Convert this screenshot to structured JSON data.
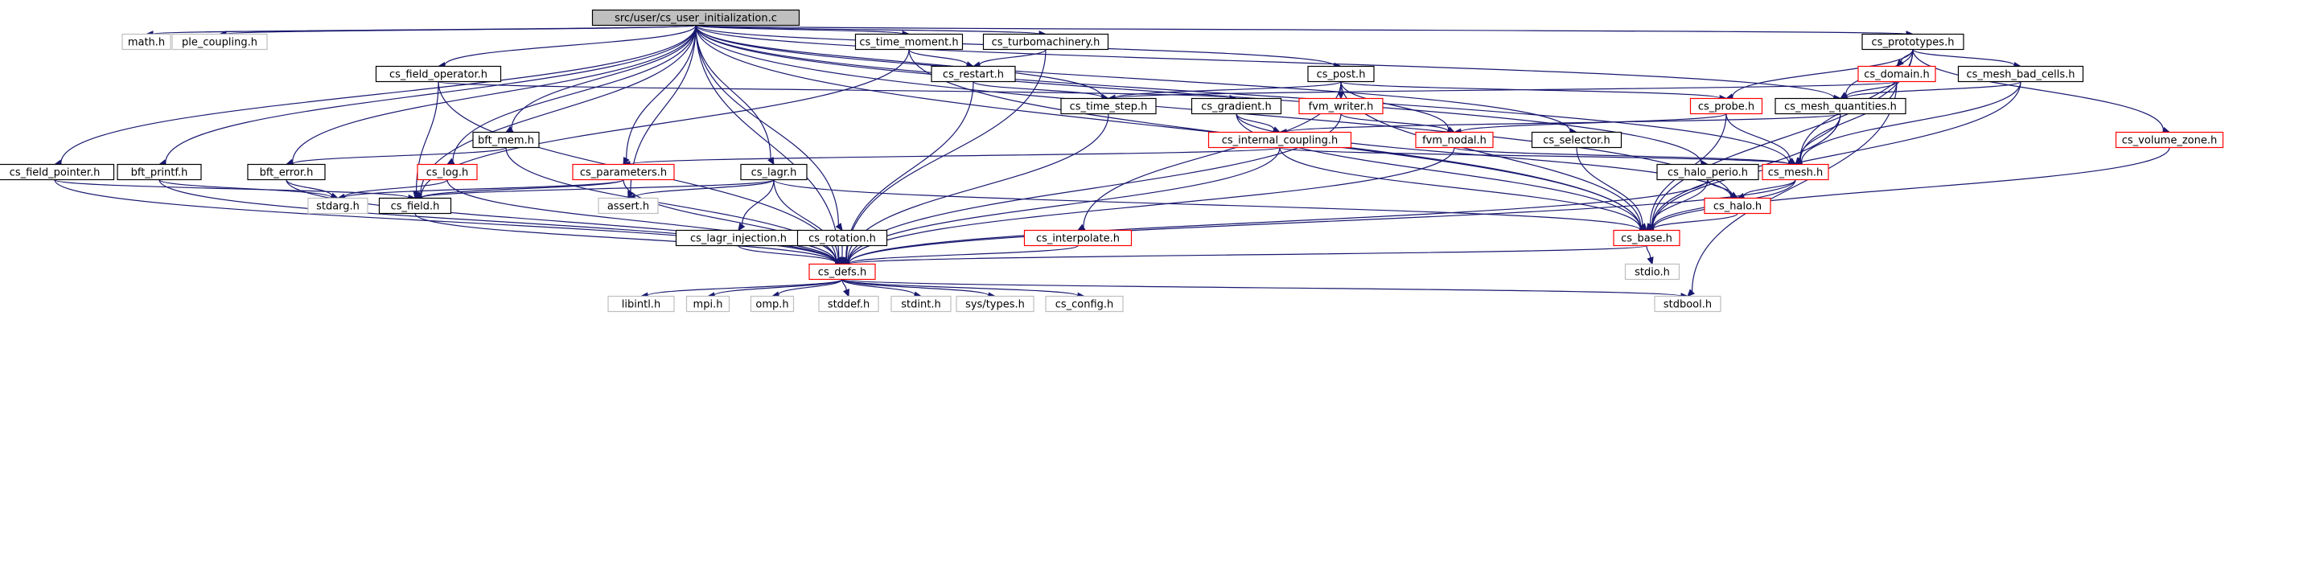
{
  "colors": {
    "edge": "#191970",
    "border_documented": "#000000",
    "border_undocumented_ref": "#ff0000",
    "border_external": "#bfbfbf",
    "root_fill": "#bfbfbf",
    "node_fill": "#ffffff"
  },
  "nodes": [
    {
      "id": "root",
      "label": "src/user/cs_user_initialization.c",
      "kind": "root"
    },
    {
      "id": "math_h",
      "label": "math.h",
      "kind": "external"
    },
    {
      "id": "ple_coupling_h",
      "label": "ple_coupling.h",
      "kind": "external"
    },
    {
      "id": "cs_time_moment_h",
      "label": "cs_time_moment.h",
      "kind": "doc"
    },
    {
      "id": "cs_turbomachinery_h",
      "label": "cs_turbomachinery.h",
      "kind": "doc"
    },
    {
      "id": "cs_prototypes_h",
      "label": "cs_prototypes.h",
      "kind": "doc"
    },
    {
      "id": "cs_field_operator_h",
      "label": "cs_field_operator.h",
      "kind": "doc"
    },
    {
      "id": "cs_restart_h",
      "label": "cs_restart.h",
      "kind": "doc"
    },
    {
      "id": "cs_post_h",
      "label": "cs_post.h",
      "kind": "doc"
    },
    {
      "id": "cs_domain_h",
      "label": "cs_domain.h",
      "kind": "red"
    },
    {
      "id": "cs_mesh_bad_cells_h",
      "label": "cs_mesh_bad_cells.h",
      "kind": "doc"
    },
    {
      "id": "cs_time_step_h",
      "label": "cs_time_step.h",
      "kind": "doc"
    },
    {
      "id": "cs_gradient_h",
      "label": "cs_gradient.h",
      "kind": "doc"
    },
    {
      "id": "fvm_writer_h",
      "label": "fvm_writer.h",
      "kind": "red"
    },
    {
      "id": "cs_probe_h",
      "label": "cs_probe.h",
      "kind": "red"
    },
    {
      "id": "cs_mesh_quantities_h",
      "label": "cs_mesh_quantities.h",
      "kind": "doc"
    },
    {
      "id": "bft_mem_h",
      "label": "bft_mem.h",
      "kind": "doc"
    },
    {
      "id": "cs_internal_coupling_h",
      "label": "cs_internal_coupling.h",
      "kind": "red"
    },
    {
      "id": "fvm_nodal_h",
      "label": "fvm_nodal.h",
      "kind": "red"
    },
    {
      "id": "cs_selector_h",
      "label": "cs_selector.h",
      "kind": "doc"
    },
    {
      "id": "cs_volume_zone_h",
      "label": "cs_volume_zone.h",
      "kind": "red"
    },
    {
      "id": "cs_field_pointer_h",
      "label": "cs_field_pointer.h",
      "kind": "doc"
    },
    {
      "id": "bft_printf_h",
      "label": "bft_printf.h",
      "kind": "doc"
    },
    {
      "id": "bft_error_h",
      "label": "bft_error.h",
      "kind": "doc"
    },
    {
      "id": "cs_log_h",
      "label": "cs_log.h",
      "kind": "red"
    },
    {
      "id": "cs_parameters_h",
      "label": "cs_parameters.h",
      "kind": "red"
    },
    {
      "id": "cs_lagr_h",
      "label": "cs_lagr.h",
      "kind": "doc"
    },
    {
      "id": "cs_halo_perio_h",
      "label": "cs_halo_perio.h",
      "kind": "doc"
    },
    {
      "id": "cs_mesh_h",
      "label": "cs_mesh.h",
      "kind": "red"
    },
    {
      "id": "stdarg_h",
      "label": "stdarg.h",
      "kind": "external"
    },
    {
      "id": "cs_field_h",
      "label": "cs_field.h",
      "kind": "doc"
    },
    {
      "id": "assert_h",
      "label": "assert.h",
      "kind": "external"
    },
    {
      "id": "cs_halo_h",
      "label": "cs_halo.h",
      "kind": "red"
    },
    {
      "id": "cs_lagr_injection_h",
      "label": "cs_lagr_injection.h",
      "kind": "doc"
    },
    {
      "id": "cs_rotation_h",
      "label": "cs_rotation.h",
      "kind": "doc"
    },
    {
      "id": "cs_interpolate_h",
      "label": "cs_interpolate.h",
      "kind": "red"
    },
    {
      "id": "cs_base_h",
      "label": "cs_base.h",
      "kind": "red"
    },
    {
      "id": "stdio_h",
      "label": "stdio.h",
      "kind": "external"
    },
    {
      "id": "cs_defs_h",
      "label": "cs_defs.h",
      "kind": "red"
    },
    {
      "id": "libintl_h",
      "label": "libintl.h",
      "kind": "external"
    },
    {
      "id": "mpi_h",
      "label": "mpi.h",
      "kind": "external"
    },
    {
      "id": "omp_h",
      "label": "omp.h",
      "kind": "external"
    },
    {
      "id": "stddef_h",
      "label": "stddef.h",
      "kind": "external"
    },
    {
      "id": "stdint_h",
      "label": "stdint.h",
      "kind": "external"
    },
    {
      "id": "sys_types_h",
      "label": "sys/types.h",
      "kind": "external"
    },
    {
      "id": "cs_config_h",
      "label": "cs_config.h",
      "kind": "external"
    },
    {
      "id": "stdbool_h",
      "label": "stdbool.h",
      "kind": "external"
    }
  ],
  "edges": [
    [
      "root",
      "math_h"
    ],
    [
      "root",
      "ple_coupling_h"
    ],
    [
      "root",
      "cs_time_moment_h"
    ],
    [
      "root",
      "cs_turbomachinery_h"
    ],
    [
      "root",
      "cs_prototypes_h"
    ],
    [
      "root",
      "cs_field_operator_h"
    ],
    [
      "root",
      "cs_post_h"
    ],
    [
      "root",
      "cs_time_step_h"
    ],
    [
      "root",
      "cs_mesh_quantities_h"
    ],
    [
      "root",
      "bft_mem_h"
    ],
    [
      "root",
      "cs_selector_h"
    ],
    [
      "root",
      "cs_field_pointer_h"
    ],
    [
      "root",
      "bft_printf_h"
    ],
    [
      "root",
      "bft_error_h"
    ],
    [
      "root",
      "cs_log_h"
    ],
    [
      "root",
      "cs_parameters_h"
    ],
    [
      "root",
      "cs_lagr_h"
    ],
    [
      "root",
      "cs_halo_perio_h"
    ],
    [
      "root",
      "cs_mesh_h"
    ],
    [
      "root",
      "cs_field_h"
    ],
    [
      "root",
      "assert_h"
    ],
    [
      "root",
      "cs_halo_h"
    ],
    [
      "root",
      "cs_rotation_h"
    ],
    [
      "root",
      "cs_base_h"
    ],
    [
      "root",
      "cs_defs_h"
    ],
    [
      "cs_time_moment_h",
      "cs_restart_h"
    ],
    [
      "cs_time_moment_h",
      "cs_field_h"
    ],
    [
      "cs_time_moment_h",
      "cs_base_h"
    ],
    [
      "cs_turbomachinery_h",
      "cs_restart_h"
    ],
    [
      "cs_turbomachinery_h",
      "cs_defs_h"
    ],
    [
      "cs_restart_h",
      "cs_time_step_h"
    ],
    [
      "cs_restart_h",
      "cs_defs_h"
    ],
    [
      "cs_field_operator_h",
      "cs_gradient_h"
    ],
    [
      "cs_field_operator_h",
      "cs_field_h"
    ],
    [
      "cs_field_operator_h",
      "cs_defs_h"
    ],
    [
      "cs_post_h",
      "cs_time_step_h"
    ],
    [
      "cs_post_h",
      "fvm_writer_h"
    ],
    [
      "cs_post_h",
      "fvm_nodal_h"
    ],
    [
      "cs_post_h",
      "cs_probe_h"
    ],
    [
      "cs_post_h",
      "cs_interpolate_h"
    ],
    [
      "cs_post_h",
      "cs_base_h"
    ],
    [
      "cs_prototypes_h",
      "cs_domain_h"
    ],
    [
      "cs_prototypes_h",
      "cs_mesh_bad_cells_h"
    ],
    [
      "cs_prototypes_h",
      "cs_probe_h"
    ],
    [
      "cs_prototypes_h",
      "cs_mesh_quantities_h"
    ],
    [
      "cs_prototypes_h",
      "cs_mesh_h"
    ],
    [
      "cs_prototypes_h",
      "cs_volume_zone_h"
    ],
    [
      "cs_prototypes_h",
      "cs_base_h"
    ],
    [
      "cs_domain_h",
      "cs_time_step_h"
    ],
    [
      "cs_domain_h",
      "cs_mesh_quantities_h"
    ],
    [
      "cs_domain_h",
      "cs_mesh_h"
    ],
    [
      "cs_domain_h",
      "stdbool_h"
    ],
    [
      "cs_mesh_bad_cells_h",
      "cs_mesh_quantities_h"
    ],
    [
      "cs_mesh_bad_cells_h",
      "cs_mesh_h"
    ],
    [
      "cs_mesh_bad_cells_h",
      "cs_base_h"
    ],
    [
      "cs_time_step_h",
      "cs_defs_h"
    ],
    [
      "cs_gradient_h",
      "cs_internal_coupling_h"
    ],
    [
      "cs_gradient_h",
      "cs_base_h"
    ],
    [
      "cs_gradient_h",
      "cs_halo_h"
    ],
    [
      "fvm_writer_h",
      "fvm_nodal_h"
    ],
    [
      "fvm_writer_h",
      "cs_defs_h"
    ],
    [
      "cs_probe_h",
      "fvm_nodal_h"
    ],
    [
      "cs_probe_h",
      "cs_mesh_h"
    ],
    [
      "cs_probe_h",
      "cs_base_h"
    ],
    [
      "cs_mesh_quantities_h",
      "cs_internal_coupling_h"
    ],
    [
      "cs_mesh_quantities_h",
      "cs_mesh_h"
    ],
    [
      "cs_mesh_quantities_h",
      "cs_base_h"
    ],
    [
      "bft_mem_h",
      "bft_error_h"
    ],
    [
      "bft_mem_h",
      "cs_defs_h"
    ],
    [
      "cs_internal_coupling_h",
      "cs_parameters_h"
    ],
    [
      "cs_internal_coupling_h",
      "cs_mesh_h"
    ],
    [
      "cs_internal_coupling_h",
      "cs_base_h"
    ],
    [
      "cs_internal_coupling_h",
      "cs_defs_h"
    ],
    [
      "fvm_nodal_h",
      "cs_mesh_h"
    ],
    [
      "fvm_nodal_h",
      "cs_defs_h"
    ],
    [
      "cs_selector_h",
      "cs_base_h"
    ],
    [
      "cs_volume_zone_h",
      "cs_base_h"
    ],
    [
      "cs_field_pointer_h",
      "cs_field_h"
    ],
    [
      "cs_field_pointer_h",
      "cs_defs_h"
    ],
    [
      "bft_printf_h",
      "stdarg_h"
    ],
    [
      "bft_printf_h",
      "cs_defs_h"
    ],
    [
      "bft_error_h",
      "stdarg_h"
    ],
    [
      "bft_error_h",
      "cs_defs_h"
    ],
    [
      "cs_log_h",
      "stdarg_h"
    ],
    [
      "cs_log_h",
      "cs_defs_h"
    ],
    [
      "cs_parameters_h",
      "cs_field_h"
    ],
    [
      "cs_parameters_h",
      "stdarg_h"
    ],
    [
      "cs_parameters_h",
      "cs_defs_h"
    ],
    [
      "cs_lagr_h",
      "assert_h"
    ],
    [
      "cs_lagr_h",
      "cs_field_h"
    ],
    [
      "cs_lagr_h",
      "cs_lagr_injection_h"
    ],
    [
      "cs_lagr_h",
      "cs_base_h"
    ],
    [
      "cs_lagr_h",
      "cs_defs_h"
    ],
    [
      "cs_halo_perio_h",
      "cs_halo_h"
    ],
    [
      "cs_halo_perio_h",
      "cs_base_h"
    ],
    [
      "cs_halo_perio_h",
      "cs_defs_h"
    ],
    [
      "cs_mesh_h",
      "cs_halo_h"
    ],
    [
      "cs_mesh_h",
      "cs_base_h"
    ],
    [
      "cs_mesh_h",
      "cs_defs_h"
    ],
    [
      "cs_field_h",
      "cs_defs_h"
    ],
    [
      "cs_halo_h",
      "cs_base_h"
    ],
    [
      "cs_lagr_injection_h",
      "cs_defs_h"
    ],
    [
      "cs_rotation_h",
      "cs_defs_h"
    ],
    [
      "cs_interpolate_h",
      "cs_defs_h"
    ],
    [
      "cs_base_h",
      "stdio_h"
    ],
    [
      "cs_base_h",
      "cs_defs_h"
    ],
    [
      "cs_defs_h",
      "libintl_h"
    ],
    [
      "cs_defs_h",
      "mpi_h"
    ],
    [
      "cs_defs_h",
      "omp_h"
    ],
    [
      "cs_defs_h",
      "stddef_h"
    ],
    [
      "cs_defs_h",
      "stdint_h"
    ],
    [
      "cs_defs_h",
      "sys_types_h"
    ],
    [
      "cs_defs_h",
      "cs_config_h"
    ],
    [
      "cs_defs_h",
      "stdbool_h"
    ]
  ]
}
